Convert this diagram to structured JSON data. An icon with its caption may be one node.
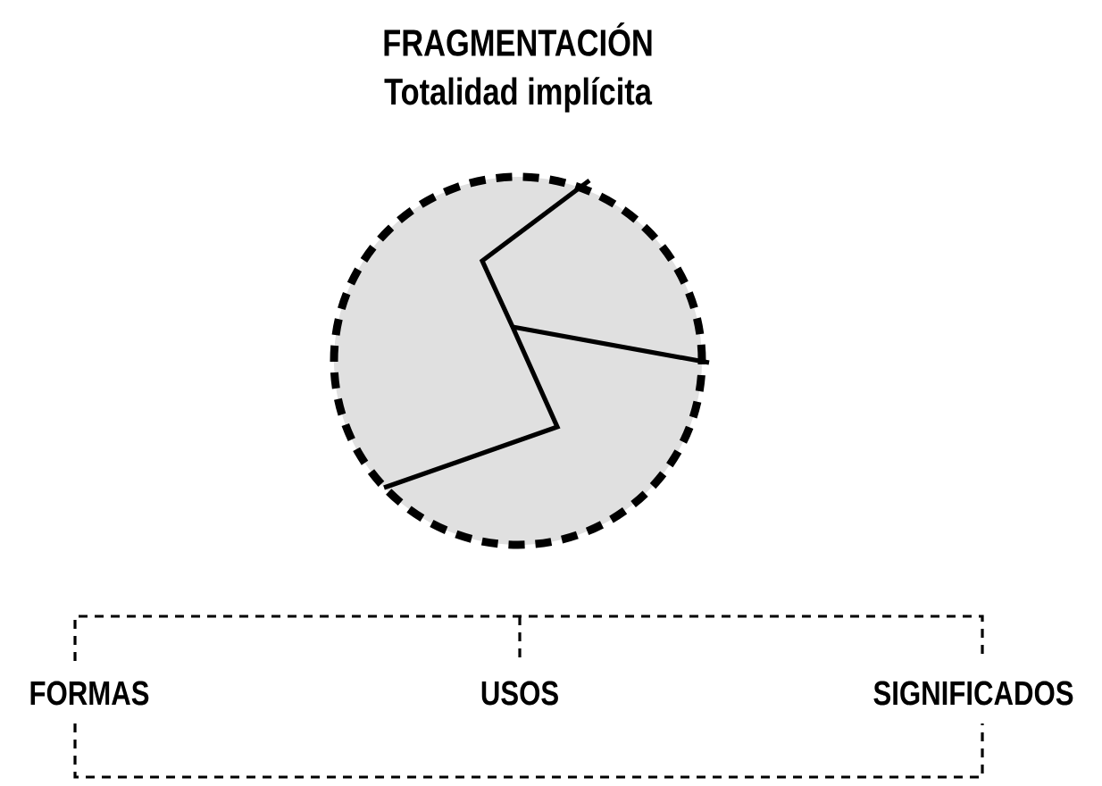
{
  "diagram": {
    "title": "FRAGMENTACIÓN",
    "nodes": [
      {
        "text": [],
        "shape": "circle"
      }
    ],
    "labels": [
      "Totalidad implícita",
      "FORMAS",
      "USOS",
      "SIGNIFICADOS"
    ]
  }
}
